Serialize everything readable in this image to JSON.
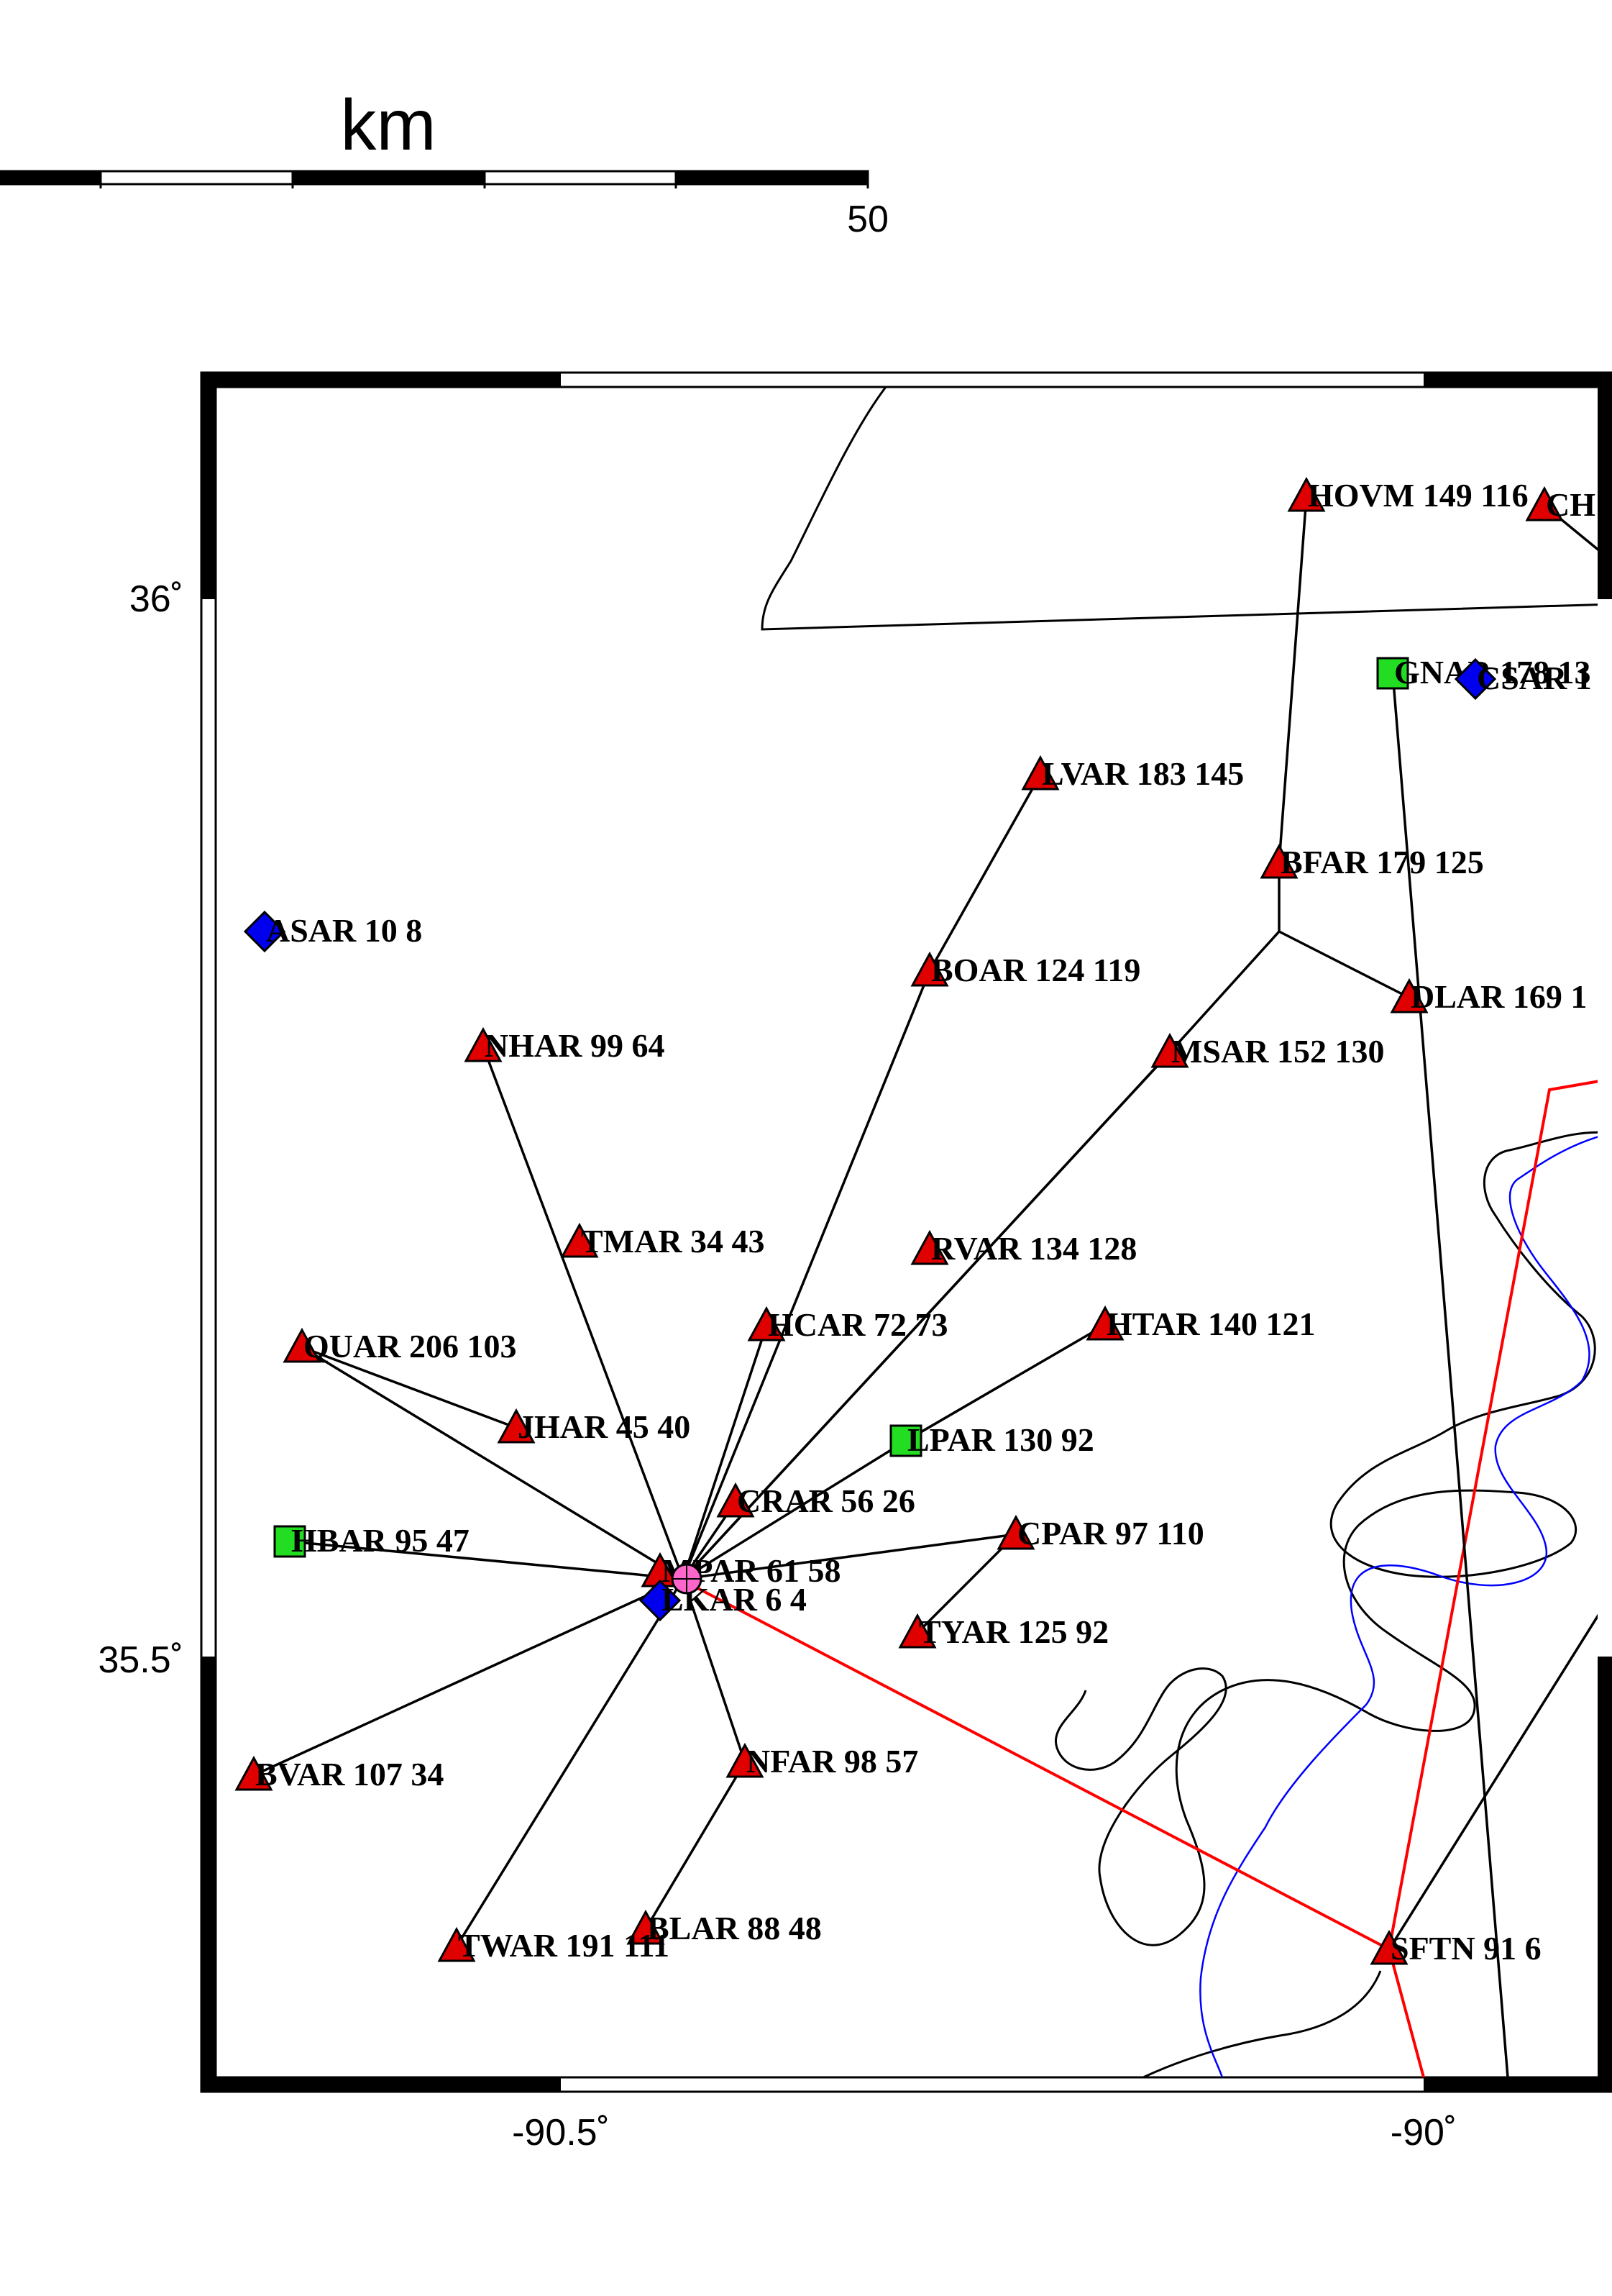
{
  "scale_bar": {
    "unit": "km",
    "end_label": "50"
  },
  "axes": {
    "lat_labels": [
      "36˚",
      "35.5˚"
    ],
    "lon_labels": [
      "-90.5˚",
      "-90˚"
    ]
  },
  "colors": {
    "triangle": "#e00000",
    "square": "#22dd22",
    "diamond": "#0000ee",
    "epicenter": "#ff66cc",
    "river": "#0000ff",
    "red_line": "#ff0000",
    "border": "#000000"
  },
  "stations": [
    {
      "id": "HOVM",
      "label": "HOVM 149 116",
      "symbol": "triangle"
    },
    {
      "id": "CH",
      "label": "CH",
      "symbol": "triangle"
    },
    {
      "id": "GNAR",
      "label": "GNAR 178 13",
      "symbol": "square"
    },
    {
      "id": "CSAR",
      "label": "CSAR 1",
      "symbol": "diamond"
    },
    {
      "id": "LVAR",
      "label": "LVAR 183 145",
      "symbol": "triangle"
    },
    {
      "id": "BFAR",
      "label": "BFAR 179 125",
      "symbol": "triangle"
    },
    {
      "id": "ASAR",
      "label": "ASAR 10 8",
      "symbol": "diamond"
    },
    {
      "id": "BOAR",
      "label": "BOAR 124 119",
      "symbol": "triangle"
    },
    {
      "id": "DLAR",
      "label": "DLAR 169 1",
      "symbol": "triangle"
    },
    {
      "id": "NHAR",
      "label": "NHAR 99 64",
      "symbol": "triangle"
    },
    {
      "id": "MSAR",
      "label": "MSAR 152 130",
      "symbol": "triangle"
    },
    {
      "id": "TMAR",
      "label": "TMAR 34 43",
      "symbol": "triangle"
    },
    {
      "id": "RVAR",
      "label": "RVAR 134 128",
      "symbol": "triangle"
    },
    {
      "id": "HCAR",
      "label": "HCAR 72 73",
      "symbol": "triangle"
    },
    {
      "id": "HTAR",
      "label": "HTAR 140 121",
      "symbol": "triangle"
    },
    {
      "id": "QUAR",
      "label": "QUAR 206 103",
      "symbol": "triangle"
    },
    {
      "id": "JHAR",
      "label": "JHAR 45 40",
      "symbol": "triangle"
    },
    {
      "id": "LPAR",
      "label": "LPAR 130 92",
      "symbol": "square"
    },
    {
      "id": "CRAR",
      "label": "CRAR 56 26",
      "symbol": "triangle"
    },
    {
      "id": "HBAR",
      "label": "HBAR 95 47",
      "symbol": "square"
    },
    {
      "id": "CPAR",
      "label": "CPAR 97 110",
      "symbol": "triangle"
    },
    {
      "id": "MPAR",
      "label": "MPAR 61 58",
      "symbol": "triangle"
    },
    {
      "id": "LKAR",
      "label": "LKAR 6 4",
      "symbol": "diamond"
    },
    {
      "id": "TYAR",
      "label": "TYAR 125 92",
      "symbol": "triangle"
    },
    {
      "id": "BVAR",
      "label": "BVAR 107 34",
      "symbol": "triangle"
    },
    {
      "id": "NFAR",
      "label": "NFAR 98 57",
      "symbol": "triangle"
    },
    {
      "id": "BLAR",
      "label": "BLAR 88 48",
      "symbol": "triangle"
    },
    {
      "id": "TWAR",
      "label": "TWAR 191 111",
      "symbol": "triangle"
    },
    {
      "id": "SFTN",
      "label": "SFTN 91 6",
      "symbol": "triangle"
    }
  ]
}
